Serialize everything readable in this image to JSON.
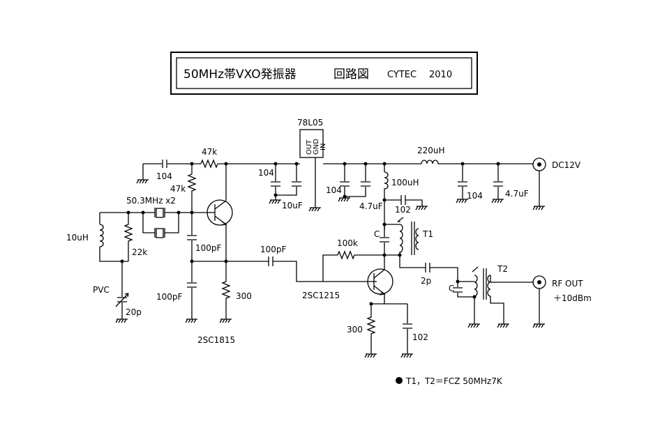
{
  "title": {
    "main": "50MHz帯VXO発振器",
    "sub": "回路図",
    "company": "CYTEC",
    "year": "2010"
  },
  "labels": {
    "regulator": "78L05",
    "reg_pin_out": "OUT",
    "reg_pin_gnd": "GND",
    "reg_pin_in": "IN",
    "r_47k_h": "47k",
    "r_47k_v": "47k",
    "c_104_top": "104",
    "crystal": "50.3MHz x2",
    "l_10uh": "10uH",
    "r_22k": "22k",
    "pvc": "PVC",
    "c_20p": "20p",
    "c_100pf_a": "100pF",
    "c_100pf_b": "100pF",
    "r_300_a": "300",
    "q1": "2SC1815",
    "c_104_reg_in": "104",
    "c_10uf": "10uF",
    "c_104_reg_out": "104",
    "c_4_7uf_a": "4.7uF",
    "l_100uh": "100uH",
    "c_102_a": "102",
    "c_t1": "C",
    "t1": "T1",
    "c_100pf_c": "100pF",
    "r_100k": "100k",
    "q2": "2SC1215",
    "r_300_b": "300",
    "c_102_b": "102",
    "c_2p": "2p",
    "c_t2": "C",
    "t2": "T2",
    "l_220uh": "220uH",
    "c_104_dc": "104",
    "c_4_7uf_b": "4.7uF",
    "dc": "DC12V",
    "rf_out": "RF OUT",
    "rf_level": "＋10dBm",
    "note": "T1，T2＝FCZ 50MHz7K"
  }
}
